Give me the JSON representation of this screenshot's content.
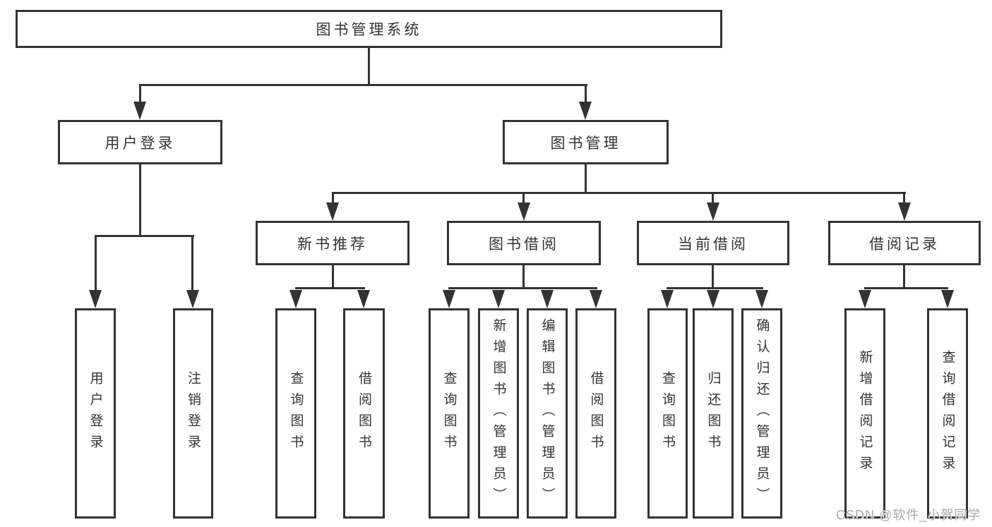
{
  "tree": {
    "root": {
      "label": "图书管理系统"
    },
    "branches": [
      {
        "label": "用户登录",
        "children": [
          {
            "label": "用户登录"
          },
          {
            "label": "注销登录"
          }
        ]
      },
      {
        "label": "图书管理",
        "children": [
          {
            "label": "新书推荐",
            "children": [
              {
                "label": "查询图书"
              },
              {
                "label": "借阅图书"
              }
            ]
          },
          {
            "label": "图书借阅",
            "children": [
              {
                "label": "查询图书"
              },
              {
                "label": "新增图书（管理员）"
              },
              {
                "label": "编辑图书（管理员）"
              },
              {
                "label": "借阅图书"
              }
            ]
          },
          {
            "label": "当前借阅",
            "children": [
              {
                "label": "查询图书"
              },
              {
                "label": "归还图书"
              },
              {
                "label": "确认归还（管理员）"
              }
            ]
          },
          {
            "label": "借阅记录",
            "children": [
              {
                "label": "新增借阅记录"
              },
              {
                "label": "查询借阅记录"
              }
            ]
          }
        ]
      }
    ]
  },
  "watermark": {
    "text": "CSDN @软件_小贺同学"
  },
  "colors": {
    "line": "#333333",
    "box_background": "#ffffff",
    "text": "#333333",
    "watermark": "#adadad"
  }
}
